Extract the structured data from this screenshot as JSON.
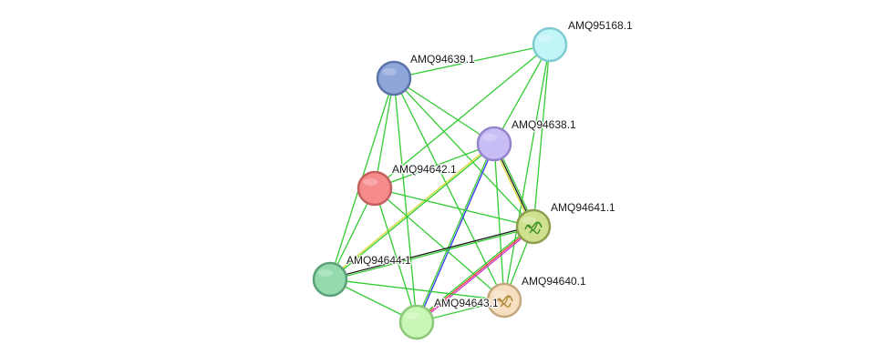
{
  "nodes": [
    {
      "id": "AMQ95168.1",
      "label": "AMQ95168.1",
      "fill": "#c2f5f7",
      "stroke": "#7ecbd0"
    },
    {
      "id": "AMQ94639.1",
      "label": "AMQ94639.1",
      "fill": "#8fa6db",
      "stroke": "#5a74aa"
    },
    {
      "id": "AMQ94638.1",
      "label": "AMQ94638.1",
      "fill": "#c8bdf5",
      "stroke": "#9484cc"
    },
    {
      "id": "AMQ94642.1",
      "label": "AMQ94642.1",
      "fill": "#f68b8b",
      "stroke": "#c55f5f"
    },
    {
      "id": "AMQ94641.1",
      "label": "AMQ94641.1",
      "fill": "#cfe08f",
      "stroke": "#8e9d4f",
      "has_structure": true
    },
    {
      "id": "AMQ94644.1",
      "label": "AMQ94644.1",
      "fill": "#93dbad",
      "stroke": "#5ca07a"
    },
    {
      "id": "AMQ94640.1",
      "label": "AMQ94640.1",
      "fill": "#f5dfc0",
      "stroke": "#c4a77d",
      "has_structure": true
    },
    {
      "id": "AMQ94643.1",
      "label": "AMQ94643.1",
      "fill": "#c9f7b6",
      "stroke": "#8ac878"
    }
  ],
  "edges": [
    {
      "source": "AMQ95168.1",
      "target": "AMQ94639.1",
      "colors": [
        "#33cc33"
      ]
    },
    {
      "source": "AMQ95168.1",
      "target": "AMQ94638.1",
      "colors": [
        "#33cc33"
      ]
    },
    {
      "source": "AMQ95168.1",
      "target": "AMQ94642.1",
      "colors": [
        "#33cc33"
      ]
    },
    {
      "source": "AMQ95168.1",
      "target": "AMQ94641.1",
      "colors": [
        "#33cc33"
      ]
    },
    {
      "source": "AMQ95168.1",
      "target": "AMQ94640.1",
      "colors": [
        "#33cc33"
      ]
    },
    {
      "source": "AMQ94639.1",
      "target": "AMQ94638.1",
      "colors": [
        "#33cc33"
      ]
    },
    {
      "source": "AMQ94639.1",
      "target": "AMQ94642.1",
      "colors": [
        "#33cc33"
      ]
    },
    {
      "source": "AMQ94639.1",
      "target": "AMQ94641.1",
      "colors": [
        "#33cc33"
      ]
    },
    {
      "source": "AMQ94639.1",
      "target": "AMQ94644.1",
      "colors": [
        "#33cc33"
      ]
    },
    {
      "source": "AMQ94639.1",
      "target": "AMQ94640.1",
      "colors": [
        "#33cc33"
      ]
    },
    {
      "source": "AMQ94639.1",
      "target": "AMQ94643.1",
      "colors": [
        "#33cc33"
      ]
    },
    {
      "source": "AMQ94638.1",
      "target": "AMQ94642.1",
      "colors": [
        "#33cc33"
      ]
    },
    {
      "source": "AMQ94638.1",
      "target": "AMQ94641.1",
      "colors": [
        "#33cc33",
        "#1a1a1a",
        "#d8d830"
      ]
    },
    {
      "source": "AMQ94638.1",
      "target": "AMQ94644.1",
      "colors": [
        "#33cc33",
        "#d8d830"
      ]
    },
    {
      "source": "AMQ94638.1",
      "target": "AMQ94640.1",
      "colors": [
        "#33cc33"
      ]
    },
    {
      "source": "AMQ94638.1",
      "target": "AMQ94643.1",
      "colors": [
        "#3333ee",
        "#33cc33"
      ]
    },
    {
      "source": "AMQ94642.1",
      "target": "AMQ94641.1",
      "colors": [
        "#33cc33"
      ]
    },
    {
      "source": "AMQ94642.1",
      "target": "AMQ94644.1",
      "colors": [
        "#33cc33"
      ]
    },
    {
      "source": "AMQ94642.1",
      "target": "AMQ94640.1",
      "colors": [
        "#33cc33"
      ]
    },
    {
      "source": "AMQ94642.1",
      "target": "AMQ94643.1",
      "colors": [
        "#33cc33"
      ]
    },
    {
      "source": "AMQ94641.1",
      "target": "AMQ94644.1",
      "colors": [
        "#33cc33",
        "#1a1a1a"
      ]
    },
    {
      "source": "AMQ94641.1",
      "target": "AMQ94640.1",
      "colors": [
        "#33cc33"
      ]
    },
    {
      "source": "AMQ94641.1",
      "target": "AMQ94643.1",
      "colors": [
        "#cc33cc",
        "#ee3333",
        "#33cc33"
      ]
    },
    {
      "source": "AMQ94644.1",
      "target": "AMQ94640.1",
      "colors": [
        "#33cc33"
      ]
    },
    {
      "source": "AMQ94644.1",
      "target": "AMQ94643.1",
      "colors": [
        "#33cc33"
      ]
    },
    {
      "source": "AMQ94643.1",
      "target": "AMQ94640.1",
      "colors": [
        "#33cc33"
      ]
    }
  ]
}
